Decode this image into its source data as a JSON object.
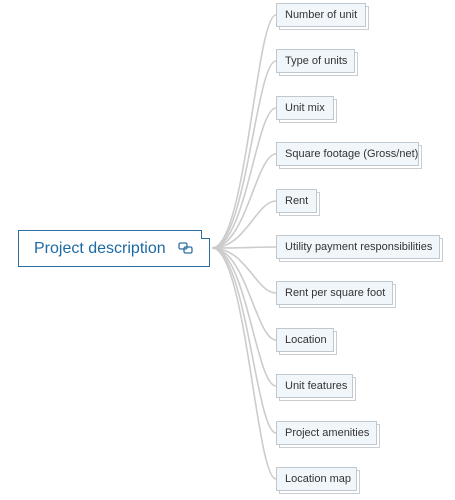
{
  "root": {
    "label": "Project description",
    "icon": "linked-topic-icon"
  },
  "children": [
    "Number of unit",
    "Type of units",
    "Unit mix",
    "Square footage (Gross/net)",
    "Rent",
    "Utility payment responsibilities",
    "Rent per square foot",
    "Location",
    "Unit features",
    "Project amenities",
    "Location map"
  ],
  "colors": {
    "root_border": "#2b6fa0",
    "root_text": "#1d6aa3",
    "node_fill": "#f1f6fa",
    "node_border": "#bfc7cf",
    "connector": "#cccccc"
  }
}
